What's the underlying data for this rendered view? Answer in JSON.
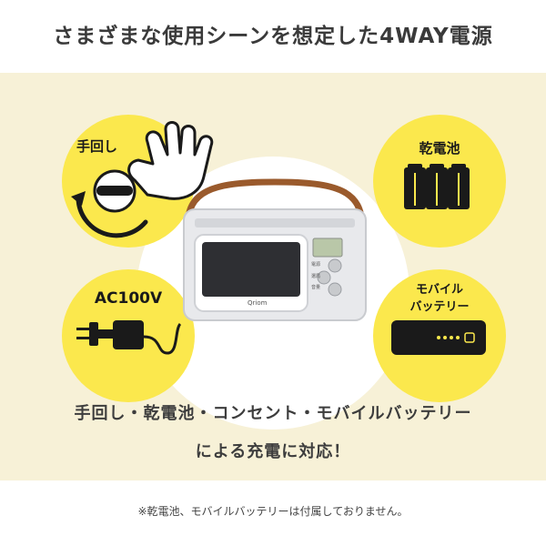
{
  "title": "さまざまな使用シーンを想定した4WAY電源",
  "badges": {
    "hand_crank": "手回し",
    "battery": "乾電池",
    "ac": "AC100V",
    "mobile_line1": "モバイル",
    "mobile_line2": "バッテリー"
  },
  "radio": {
    "brand": "Qriom",
    "button_top_label": "電源",
    "button_mid_label": "選局",
    "button_bottom_label": "音量"
  },
  "caption": {
    "line1": "手回し・乾電池・コンセント・モバイルバッテリー",
    "line2": "による充電に対応！"
  },
  "note": "※乾電池、モバイルバッテリーは付属しておりません。",
  "colors": {
    "panel": "#f7f1d7",
    "badge": "#fbe84d",
    "strap": "#9a5a2c",
    "radio_body": "#e8e9ec",
    "screen": "#2e2f33",
    "lcd": "#b9c7a8"
  },
  "icons": [
    "hand-crank-icon",
    "pointing-hand-icon",
    "battery-icon",
    "ac-adapter-icon",
    "mobile-battery-icon"
  ]
}
